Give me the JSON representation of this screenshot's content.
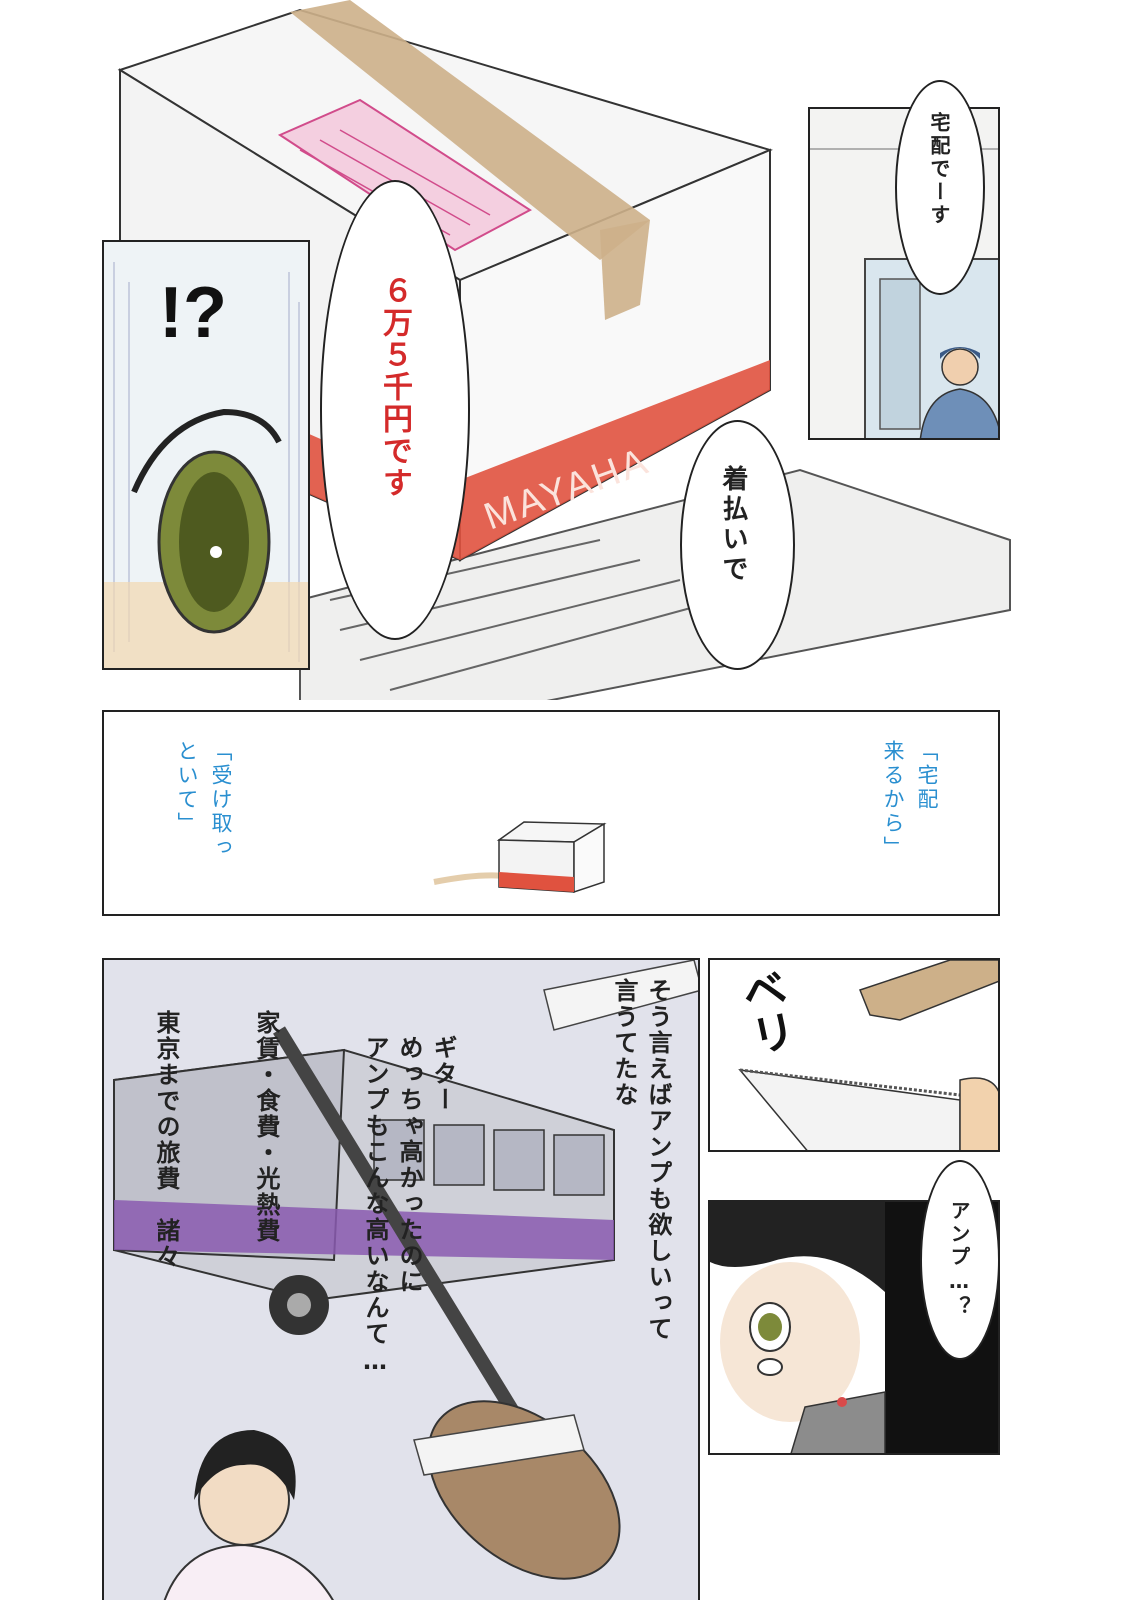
{
  "page": {
    "background": "#ffffff"
  },
  "panel_top": {
    "box": {
      "brand": "MAYAHA"
    },
    "bubble_price": {
      "text": "６万５千円です",
      "accent": "#d42a2a"
    },
    "bubble_cod": {
      "text": "着払いで"
    }
  },
  "panel_shock": {
    "text": "!?"
  },
  "panel_delivery": {
    "bubble": {
      "text": "宅配でーす"
    }
  },
  "panel_note": {
    "left_col_1": "「受け取っ",
    "left_col_2": "といて」",
    "right_col_1": "「宅配",
    "right_col_2": "来るから」",
    "text_color": "#2a8fd0"
  },
  "panel_memory": {
    "col_1": "そう言えばアンプも欲しいって",
    "col_2": "言うてたな",
    "col_3": "ギター",
    "col_4": "めっちゃ高かったのに",
    "col_5": "アンプもこんな高いなんて…",
    "col_6": "家賃・食費・光熱費",
    "col_7": "東京までの旅費　諸々",
    "bus_color": "#8a5ab0"
  },
  "panel_rip": {
    "sfx": "ベリ"
  },
  "panel_amp": {
    "bubble": {
      "text": "アンプ…？"
    }
  }
}
